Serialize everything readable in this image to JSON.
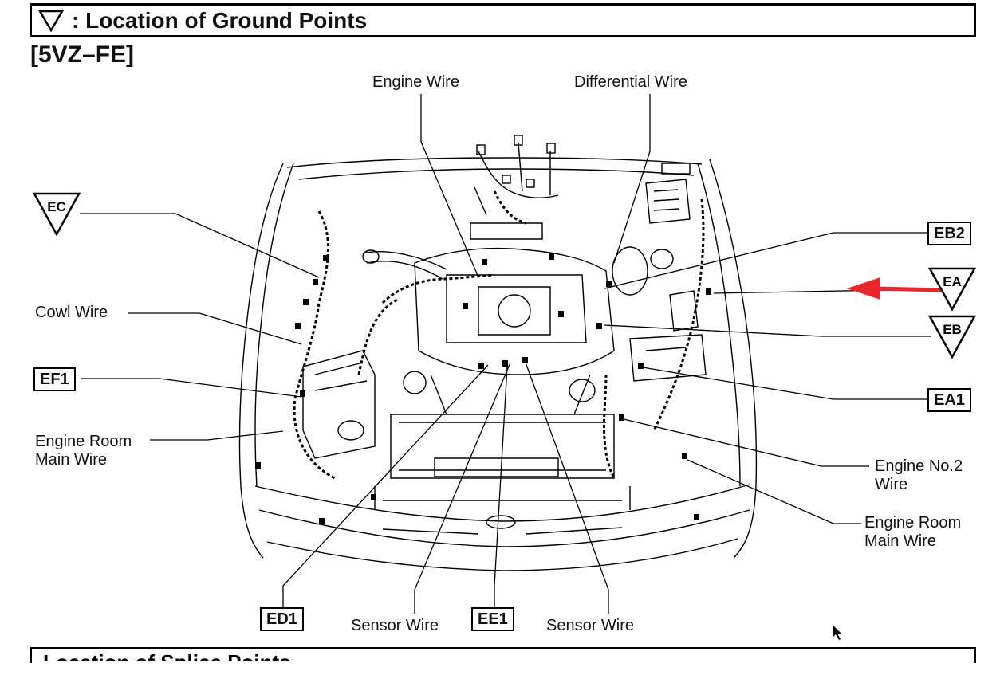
{
  "header": {
    "title": ": Location of Ground Points",
    "symbol": "down-triangle"
  },
  "model": "[5VZ–FE]",
  "labels": {
    "engine_wire": "Engine Wire",
    "differential_wire": "Differential Wire",
    "cowl_wire": "Cowl Wire",
    "engine_room_main_wire_left_1": "Engine Room",
    "engine_room_main_wire_left_2": "Main Wire",
    "engine_no2_wire_1": "Engine No.2",
    "engine_no2_wire_2": "Wire",
    "engine_room_main_wire_right_1": "Engine Room",
    "engine_room_main_wire_right_2": "Main Wire",
    "sensor_wire_left": "Sensor Wire",
    "sensor_wire_right": "Sensor Wire"
  },
  "ground_points": {
    "ec": "EC",
    "ea": "EA",
    "eb": "EB",
    "eb2": "EB2",
    "ef1": "EF1",
    "ea1": "EA1",
    "ed1": "ED1",
    "ee1": "EE1"
  },
  "colors": {
    "arrow": "#e8262b",
    "line": "#000000"
  },
  "bottom_section": {
    "title": "Location of Splice Points"
  }
}
